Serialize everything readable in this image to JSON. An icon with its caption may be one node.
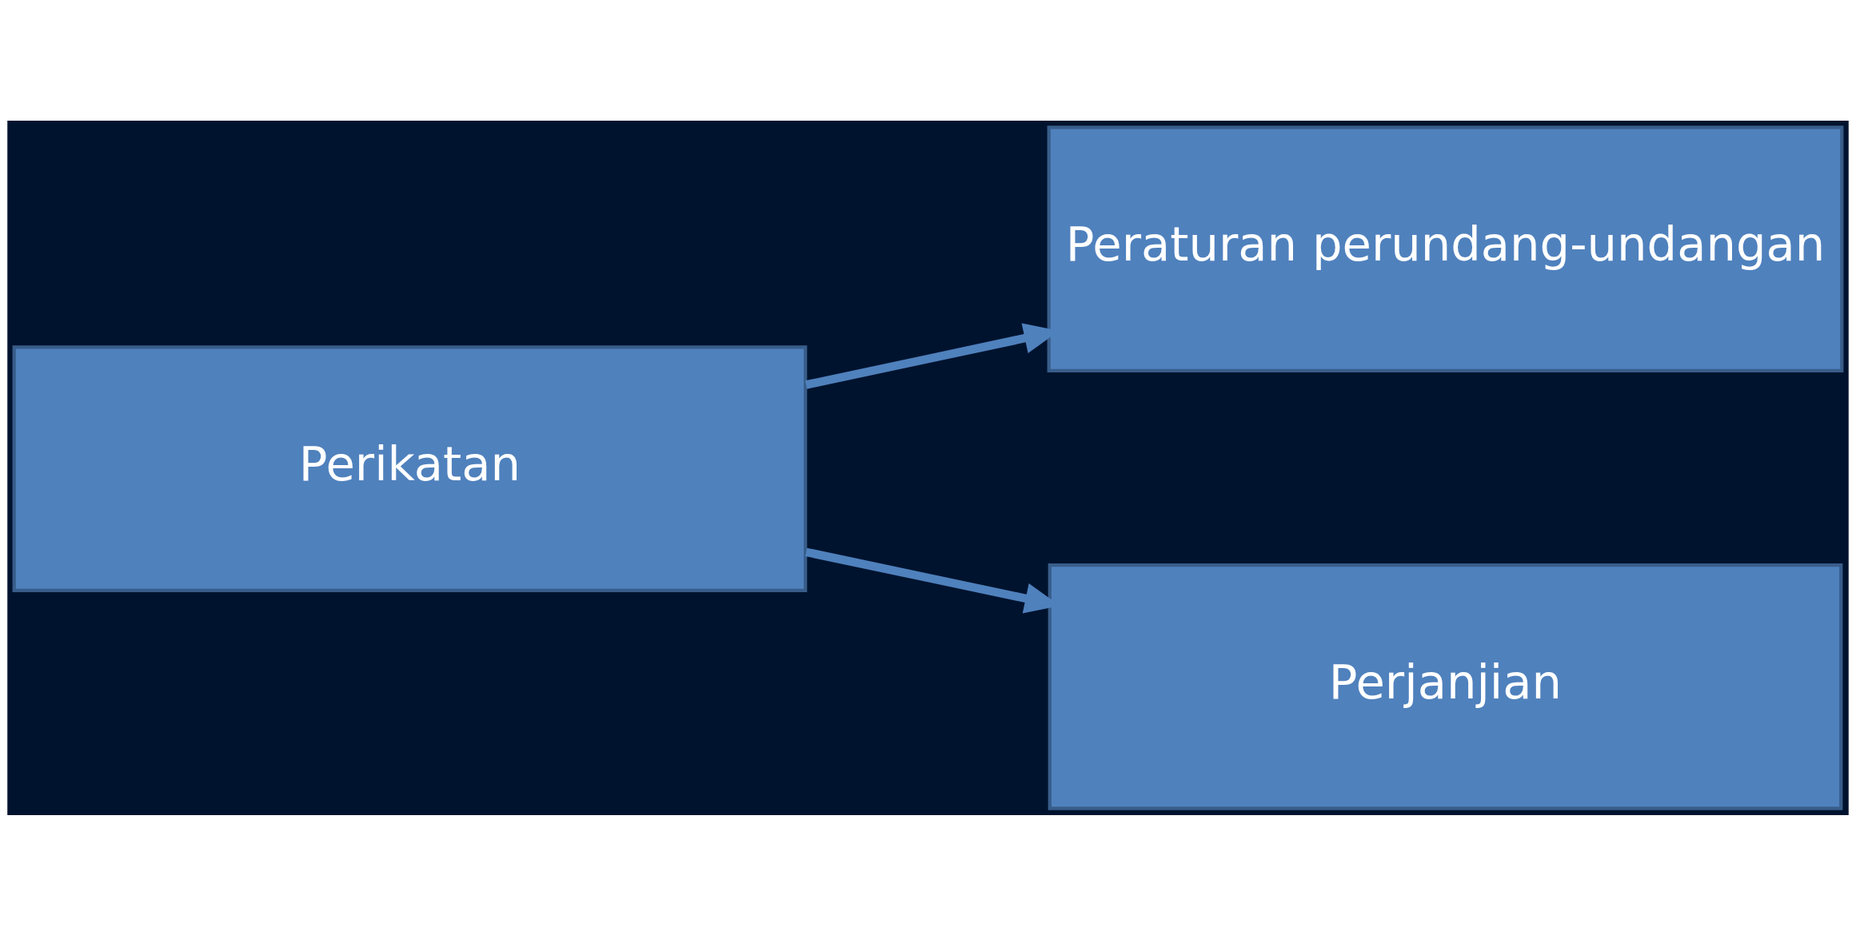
{
  "diagram": {
    "nodes": [
      {
        "text": [
          "Perikatan"
        ]
      },
      {
        "text": [
          "Peraturan perundang-undangan"
        ]
      },
      {
        "text": [
          "Perjanjian"
        ]
      }
    ],
    "edges": [
      {
        "from": 0,
        "to": 1,
        "arrow": "to"
      },
      {
        "from": 0,
        "to": 2,
        "arrow": "to"
      }
    ]
  }
}
